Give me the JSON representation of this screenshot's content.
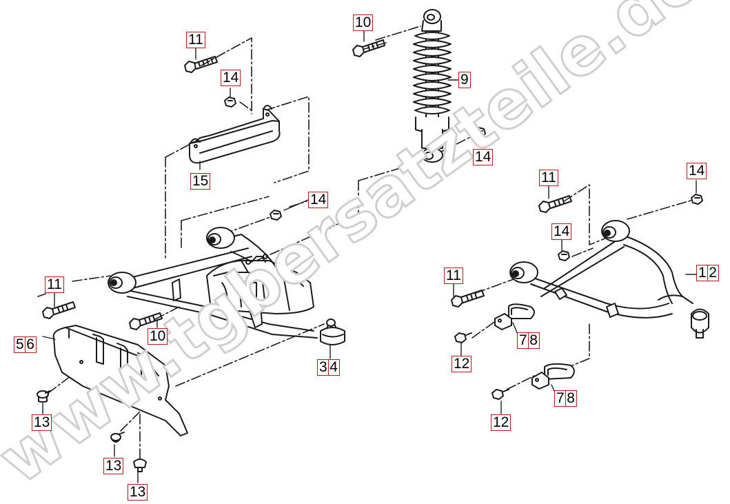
{
  "watermark": "www.tgbersatzteile.de",
  "colors": {
    "line": "#1a1a1a",
    "label_border": "#b0191e",
    "watermark": "#d9d9d9"
  },
  "labels": {
    "l11a": "11",
    "l14a": "14",
    "l15": "15",
    "l10a": "10",
    "l9": "9",
    "l14b": "14",
    "l14c": "14",
    "l11b": "11",
    "l10b": "10",
    "l56": [
      "5",
      "6"
    ],
    "l34": [
      "3",
      "4"
    ],
    "l13a": "13",
    "l13b": "13",
    "l13c": "13",
    "l11c": "11",
    "l14d": "14",
    "l14e": "14",
    "l12": [
      "1",
      "2"
    ],
    "l11d": "11",
    "l78a": [
      "7",
      "8"
    ],
    "l12a": "12",
    "l78b": [
      "7",
      "8"
    ],
    "l12b": "12"
  }
}
